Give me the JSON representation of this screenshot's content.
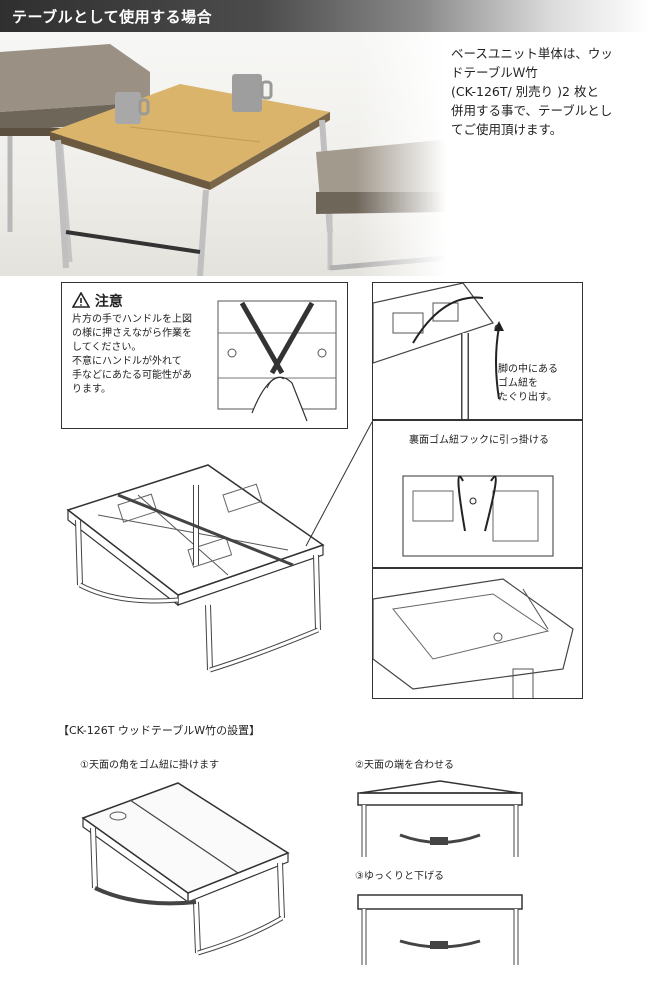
{
  "header": {
    "title": "テーブルとして使用する場合"
  },
  "description": {
    "lines": [
      "ベースユニット単体は、ウッ",
      "ドテーブルＷ竹",
      "(CK-126T/ 別売り )2 枚と",
      "併用する事で、テーブルとし",
      "てご使用頂けます。"
    ]
  },
  "caution": {
    "title": "注意",
    "lines": [
      "片方の手でハンドルを上図",
      "の様に押さえながら作業を",
      "してください。",
      "不意にハンドルが外れて",
      "手などにあたる可能性があ",
      "ります。"
    ]
  },
  "leg_label": {
    "lines": [
      "脚の中にある",
      "ゴム紐を",
      "たぐり出す。"
    ]
  },
  "hook_label": "裏面ゴム紐フックに引っ掛ける",
  "setup": {
    "title": "【CK-126T ウッドテーブルW竹の設置】",
    "step1": "①天面の角をゴム紐に掛けます",
    "step2": "②天面の端を合わせる",
    "step3": "③ゆっくりと下げる"
  },
  "colors": {
    "header_dark": "#2f2f2f",
    "wood": "#d9b46a",
    "cushion": "#8d8478",
    "frame": "#5c5040"
  },
  "icons": {
    "warning": "warning-triangle-icon",
    "arrow": "arrow-up-icon"
  }
}
